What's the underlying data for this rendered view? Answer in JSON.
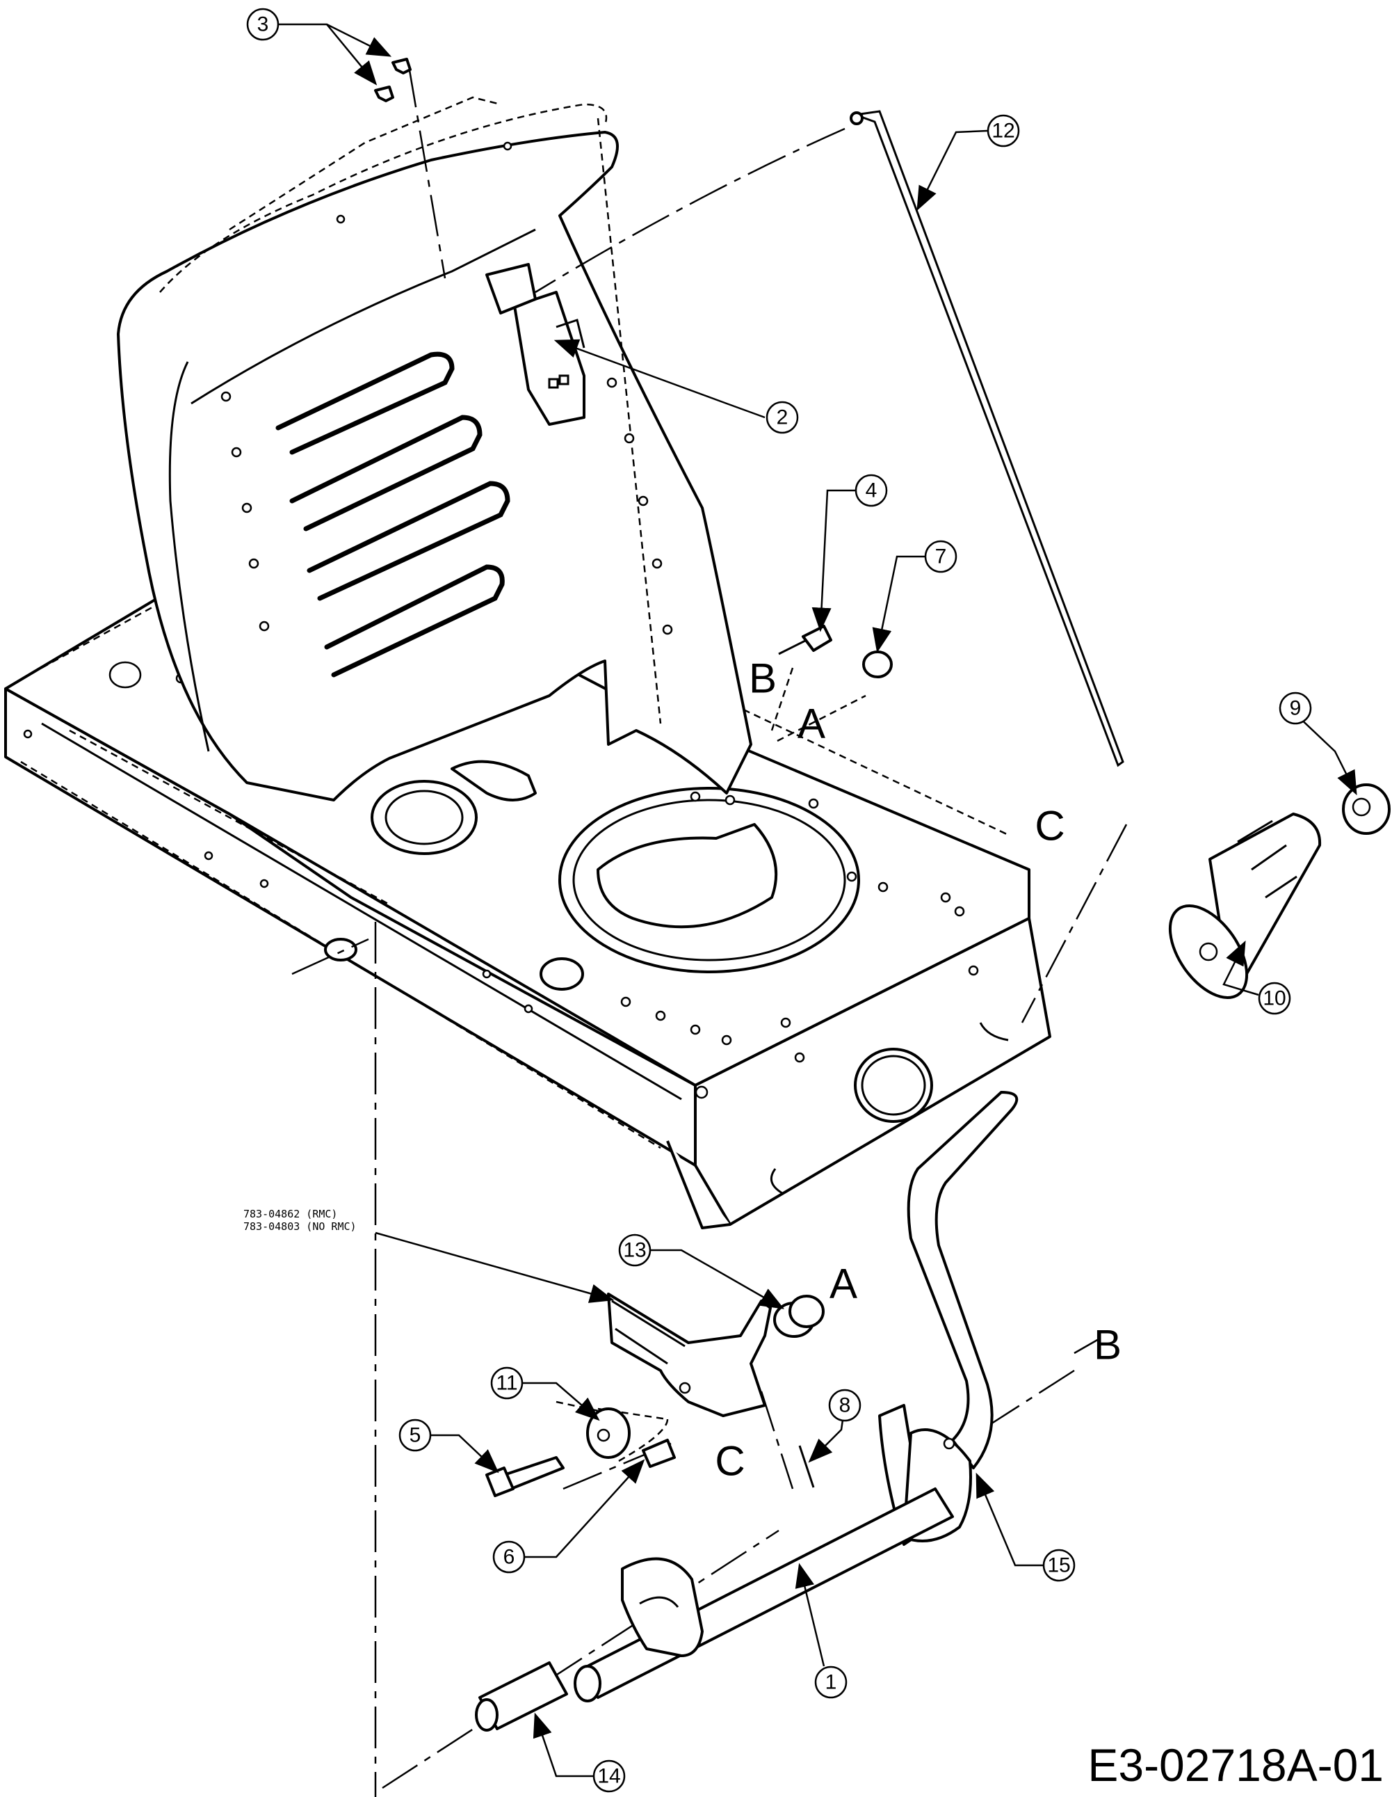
{
  "drawing_code": "E3-02718A-01",
  "part_note": {
    "line1": "783-04862 (RMC)",
    "line2": "783-04803 (NO RMC)"
  },
  "callouts": [
    "1",
    "2",
    "3",
    "4",
    "5",
    "6",
    "7",
    "8",
    "9",
    "10",
    "11",
    "12",
    "13",
    "14",
    "15"
  ],
  "reference_letters": {
    "a_upper": "A",
    "a_lower": "A",
    "b_upper": "B",
    "b_lower": "B",
    "c_upper": "C",
    "c_lower": "C"
  }
}
